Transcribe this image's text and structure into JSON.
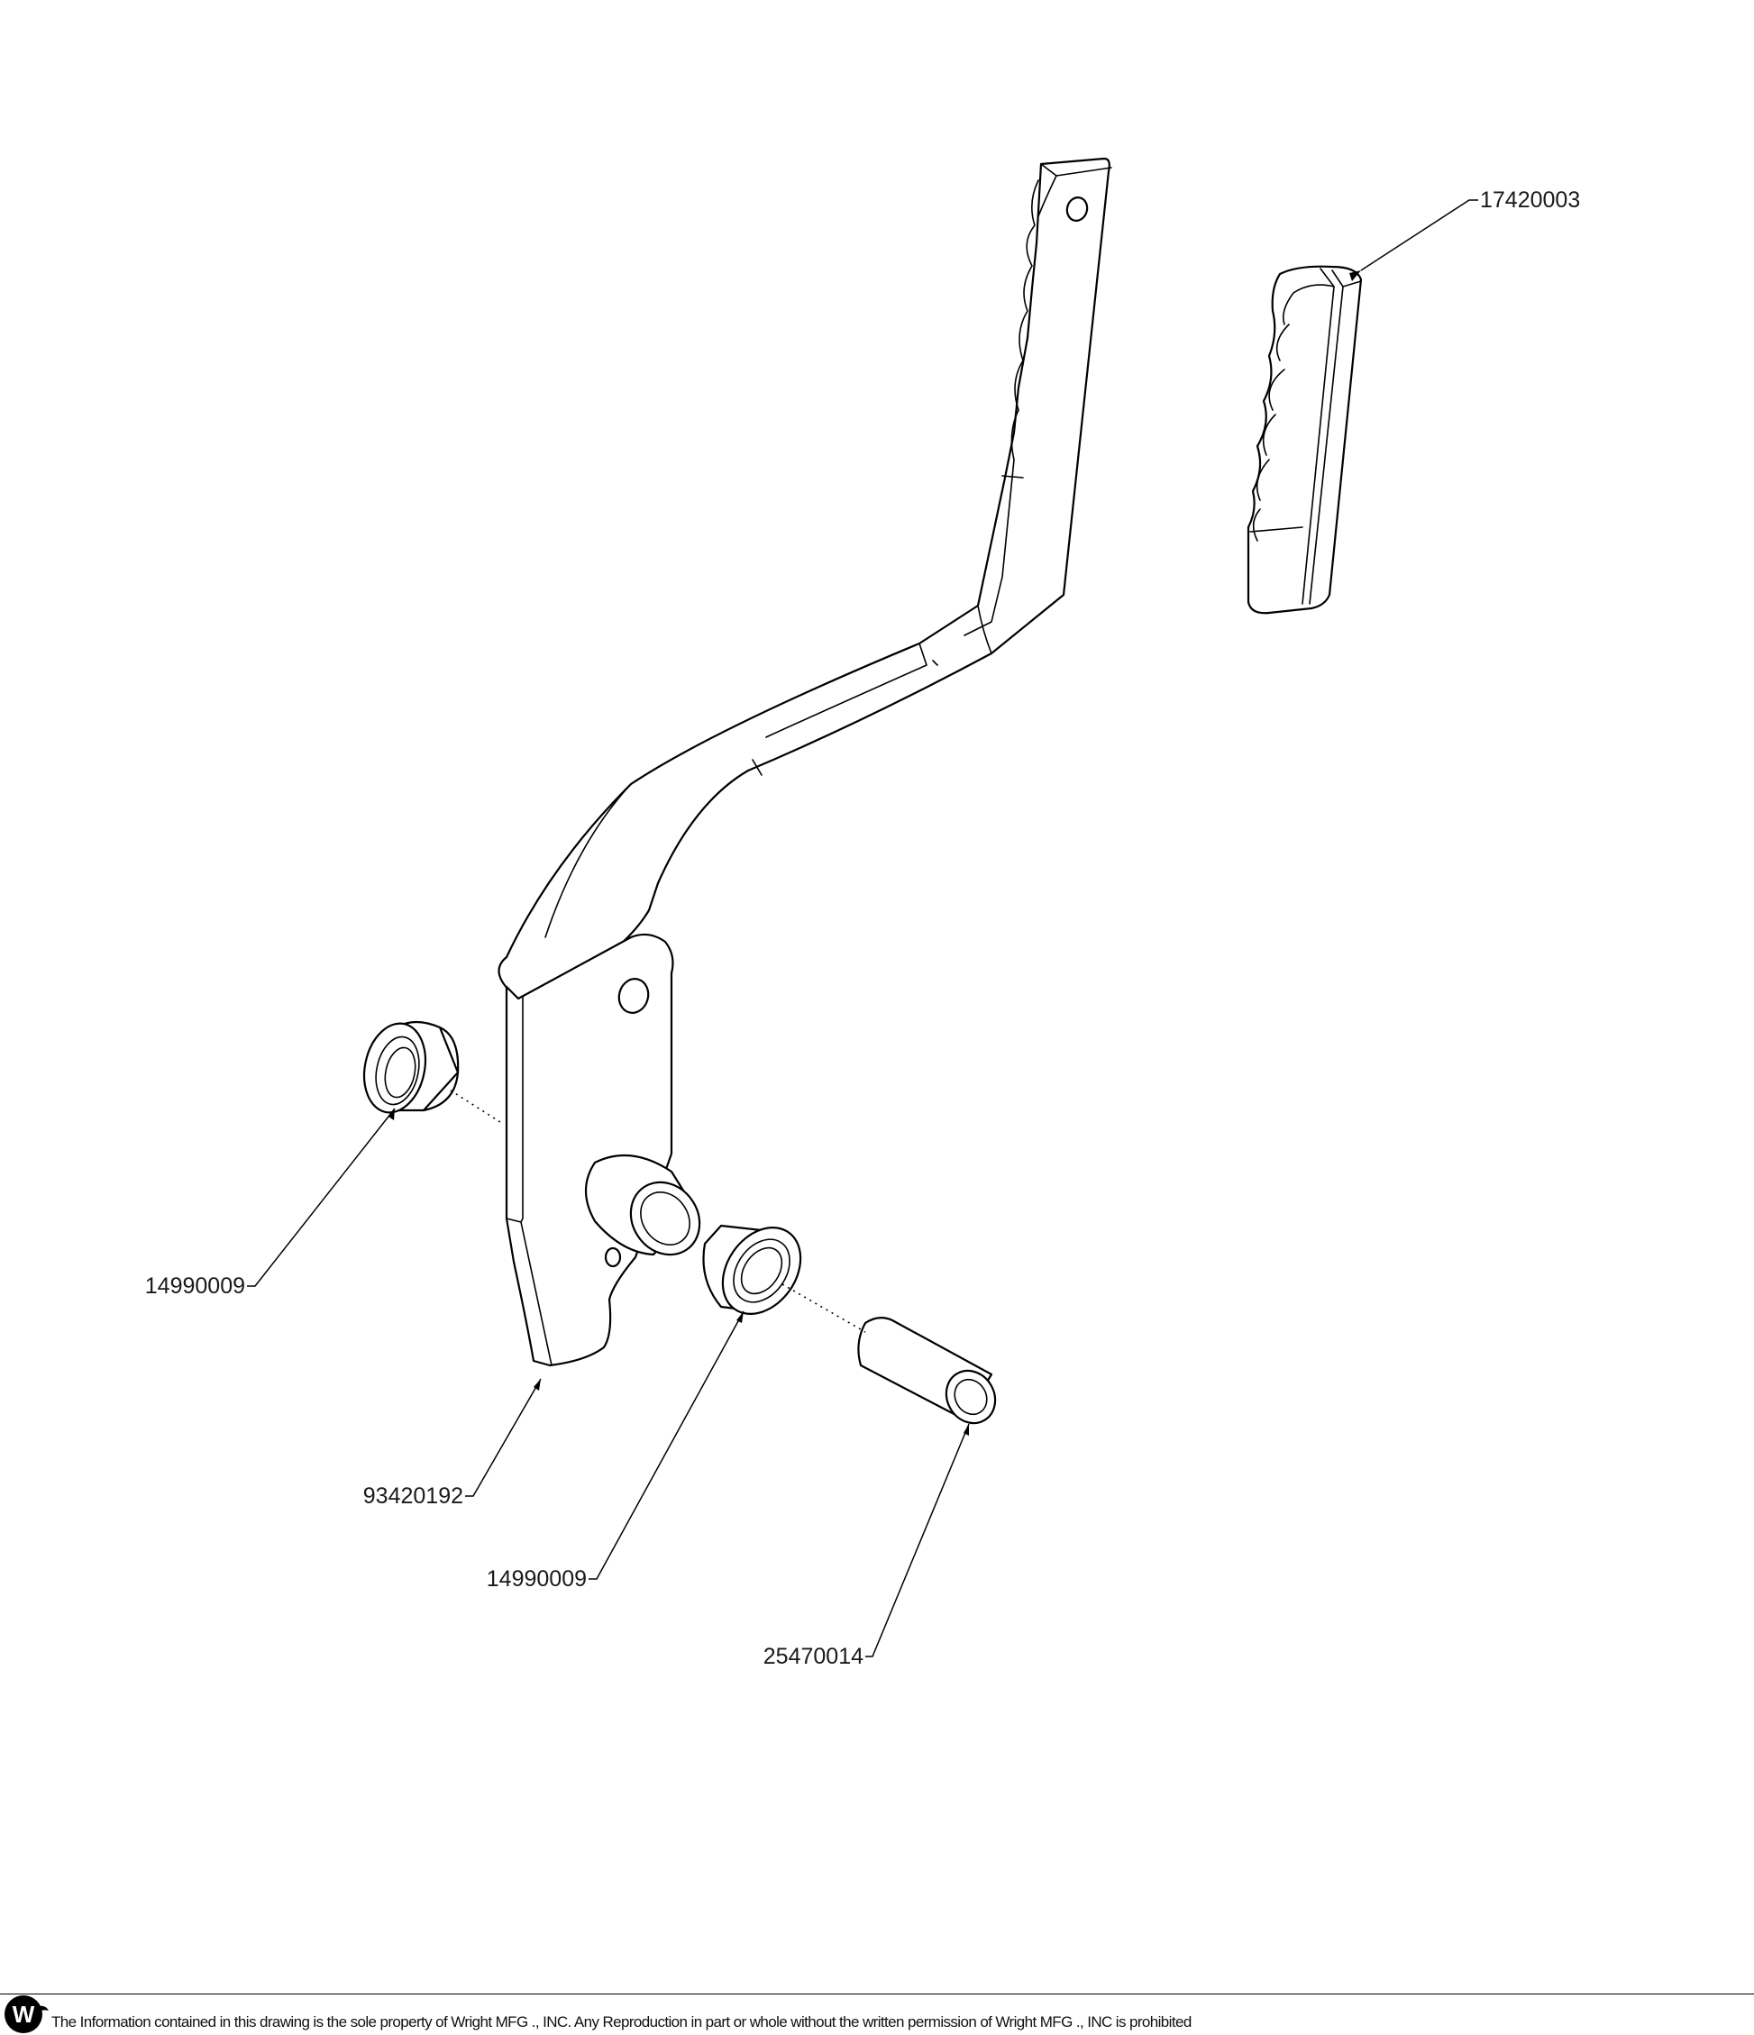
{
  "callouts": {
    "grip": "17420003",
    "bushing_left": "14990009",
    "lever": "93420192",
    "bushing_right": "14990009",
    "spacer": "25470014"
  },
  "footer": {
    "logo_letter": "W",
    "disclaimer": "The Information contained in this drawing is the sole property of Wright MFG ., INC. Any Reproduction in part or whole without the written permission of Wright MFG ., INC is prohibited"
  },
  "colors": {
    "line": "#000000",
    "background": "#ffffff"
  }
}
